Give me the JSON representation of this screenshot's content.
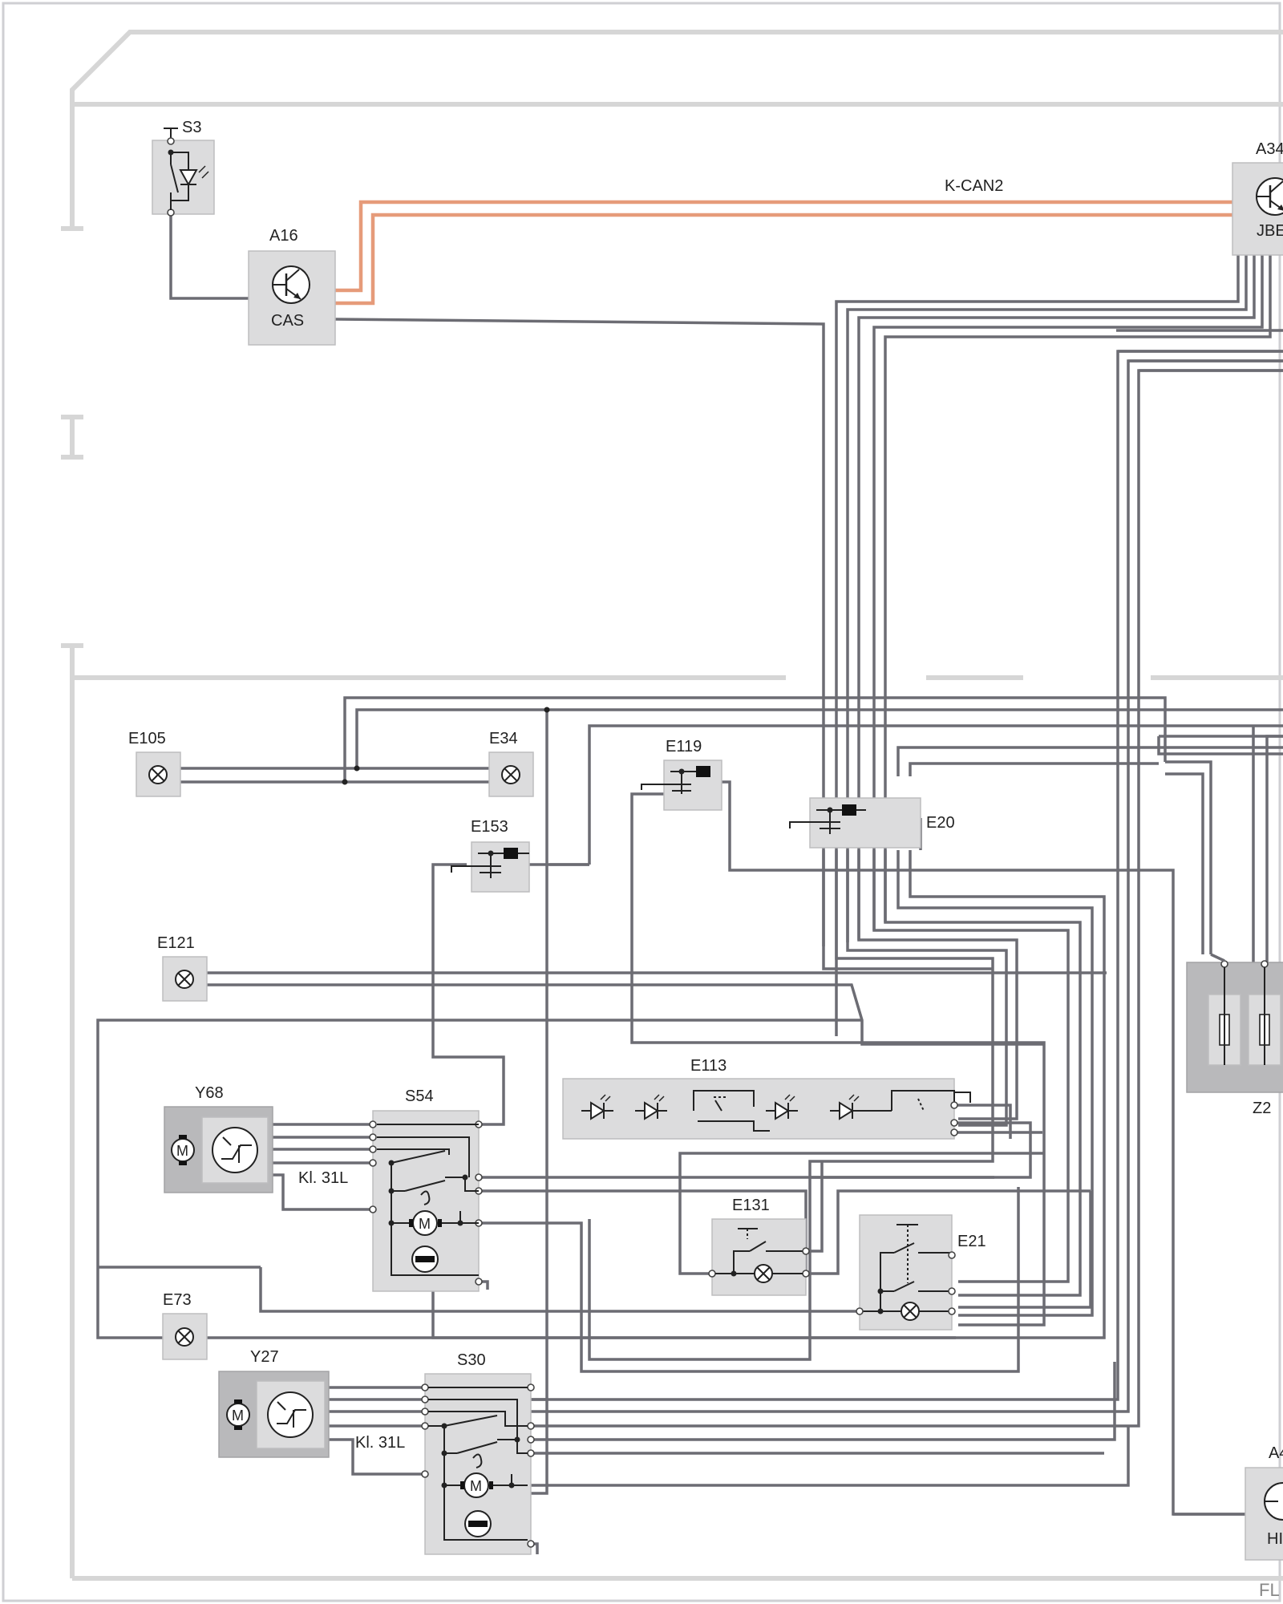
{
  "components": {
    "S3": "S3",
    "A16": "A16",
    "A16_sub": "CAS",
    "A34": "A34",
    "A34_sub": "JBE",
    "E105": "E105",
    "E34": "E34",
    "E119": "E119",
    "E20": "E20",
    "E153": "E153",
    "E121": "E121",
    "Y68": "Y68",
    "S54": "S54",
    "E113": "E113",
    "E131": "E131",
    "E21": "E21",
    "E73": "E73",
    "Y27": "Y27",
    "S30": "S30",
    "Z2": "Z2",
    "A4": "A4",
    "A4_sub": "HI"
  },
  "labels": {
    "bus": "K-CAN2",
    "kl31_top": "Kl. 31L",
    "kl31_bottom": "Kl. 31L",
    "corner": "FL"
  },
  "colors": {
    "wire": "#6c6c73",
    "bus": "#e69b7a",
    "module": "#dcdcdd",
    "frame": "#d6d6d6"
  }
}
